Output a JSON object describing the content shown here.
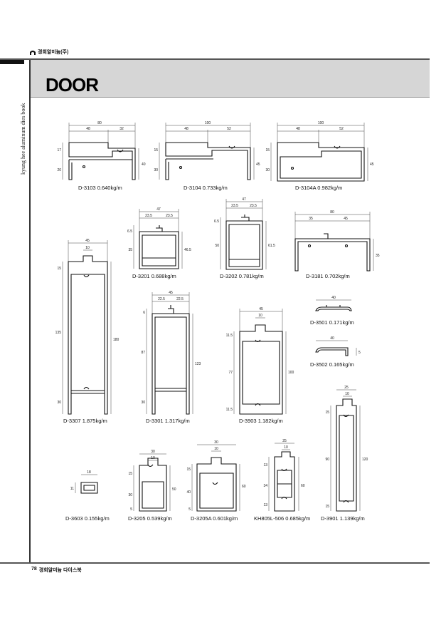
{
  "header": {
    "brand": "경희알미늄(주)",
    "side_text": "kyung hee aluminum dies book",
    "title": "DOOR"
  },
  "footer": {
    "page_number": "78",
    "book_name": "경희알미늄 다이스북"
  },
  "profiles": [
    {
      "code": "D-3103",
      "weight": "0.640kg/m",
      "dims": [
        "80",
        "48",
        "32",
        "17",
        "20",
        "40"
      ]
    },
    {
      "code": "D-3104",
      "weight": "0.733kg/m",
      "dims": [
        "100",
        "48",
        "52",
        "15",
        "30",
        "45"
      ]
    },
    {
      "code": "D-3104A",
      "weight": "0.982kg/m",
      "dims": [
        "100",
        "48",
        "52",
        "15",
        "30",
        "45"
      ]
    },
    {
      "code": "D-3201",
      "weight": "0.688kg/m",
      "dims": [
        "47",
        "23.5",
        "23.5",
        "6.5",
        "35",
        "46.5"
      ]
    },
    {
      "code": "D-3202",
      "weight": "0.781kg/m",
      "dims": [
        "47",
        "23.5",
        "23.5",
        "6.5",
        "50",
        "61.5"
      ]
    },
    {
      "code": "D-3181",
      "weight": "0.702kg/m",
      "dims": [
        "80",
        "35",
        "45",
        "35"
      ]
    },
    {
      "code": "D-3307",
      "weight": "1.875kg/m",
      "dims": [
        "45",
        "10",
        "15",
        "135",
        "180",
        "30"
      ]
    },
    {
      "code": "D-3301",
      "weight": "1.317kg/m",
      "dims": [
        "45",
        "22.5",
        "22.5",
        "6",
        "87",
        "123",
        "30"
      ]
    },
    {
      "code": "D-3903",
      "weight": "1.182kg/m",
      "dims": [
        "45",
        "10",
        "11.5",
        "77",
        "100",
        "11.5"
      ]
    },
    {
      "code": "D-3501",
      "weight": "0.171kg/m",
      "dims": [
        "40"
      ]
    },
    {
      "code": "D-3502",
      "weight": "0.165kg/m",
      "dims": [
        "40",
        "5"
      ]
    },
    {
      "code": "D-3603",
      "weight": "0.155kg/m",
      "dims": [
        "18",
        "11"
      ]
    },
    {
      "code": "D-3205",
      "weight": "0.539kg/m",
      "dims": [
        "30",
        "10",
        "15",
        "30",
        "50",
        "5"
      ]
    },
    {
      "code": "D-3205A",
      "weight": "0.601kg/m",
      "dims": [
        "30",
        "10",
        "15",
        "40",
        "60",
        "5"
      ]
    },
    {
      "code": "KH805L-506",
      "weight": "0.685kg/m",
      "dims": [
        "25",
        "10",
        "13",
        "34",
        "60",
        "13"
      ]
    },
    {
      "code": "D-3901",
      "weight": "1.139kg/m",
      "dims": [
        "25",
        "10",
        "15",
        "90",
        "120",
        "15"
      ]
    }
  ]
}
